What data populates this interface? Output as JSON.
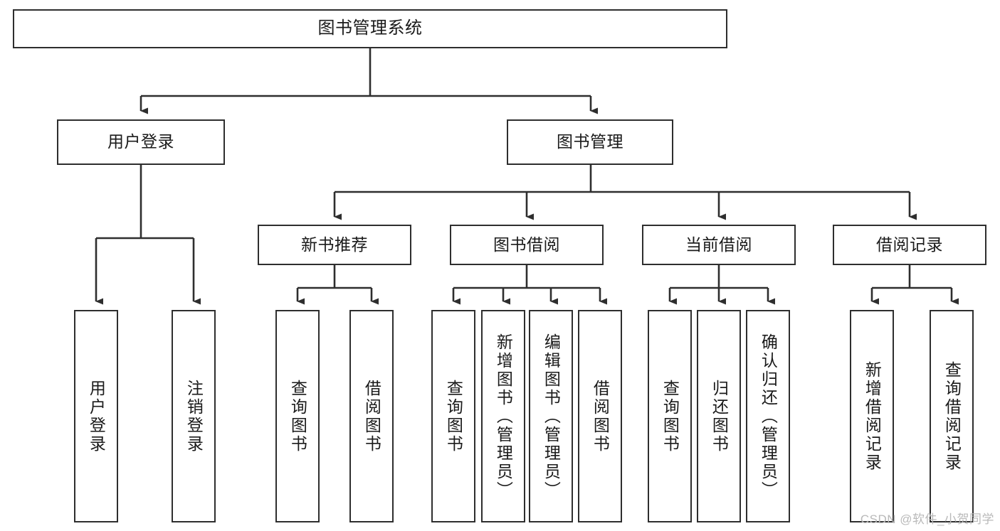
{
  "diagram": {
    "type": "tree",
    "title": "图书管理系统",
    "orientation": "top-down",
    "line_color": "#2e2e2e",
    "box_fill": "#ffffff",
    "text_color": "#1a1a1a",
    "nodes": {
      "root": {
        "label": "图书管理系统"
      },
      "level2": [
        {
          "label": "用户登录"
        },
        {
          "label": "图书管理"
        }
      ],
      "level3": [
        {
          "label": "新书推荐"
        },
        {
          "label": "图书借阅"
        },
        {
          "label": "当前借阅"
        },
        {
          "label": "借阅记录"
        }
      ],
      "leaves": [
        {
          "label": "用户登录"
        },
        {
          "label": "注销登录"
        },
        {
          "label": "查询图书"
        },
        {
          "label": "借阅图书"
        },
        {
          "label": "查询图书"
        },
        {
          "label": "新增图书（管理员）"
        },
        {
          "label": "编辑图书（管理员）"
        },
        {
          "label": "借阅图书"
        },
        {
          "label": "查询图书"
        },
        {
          "label": "归还图书"
        },
        {
          "label": "确认归还（管理员）"
        },
        {
          "label": "新增借阅记录"
        },
        {
          "label": "查询借阅记录"
        }
      ]
    }
  },
  "watermark": {
    "text": "CSDN @软件_小贺同学"
  }
}
